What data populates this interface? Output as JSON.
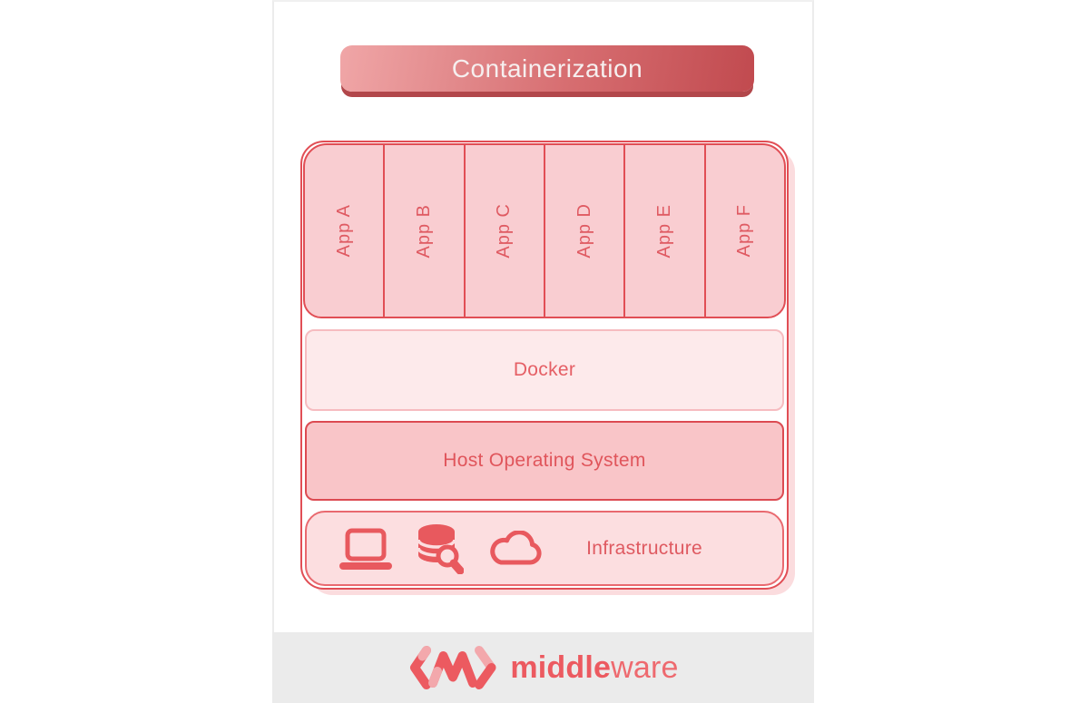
{
  "header": {
    "title": "Containerization"
  },
  "stack": {
    "apps": [
      {
        "label": "App A"
      },
      {
        "label": "App B"
      },
      {
        "label": "App C"
      },
      {
        "label": "App D"
      },
      {
        "label": "App E"
      },
      {
        "label": "App F"
      }
    ],
    "docker": {
      "label": "Docker"
    },
    "host_os": {
      "label": "Host Operating System"
    },
    "infrastructure": {
      "label": "Infrastructure",
      "icons": [
        "laptop-icon",
        "database-search-icon",
        "cloud-icon"
      ]
    }
  },
  "footer": {
    "logo": "middleware-logo",
    "brand_bold": "middle",
    "brand_light": "ware"
  },
  "colors": {
    "accent_red": "#e14e55",
    "icon_red": "#e8595e",
    "badge_gradient_start": "#f0a6a7",
    "badge_gradient_end": "#c14a4f",
    "badge_shadow": "#b2474b",
    "apps_fill": "#f9cdd1",
    "docker_fill": "#fdeaeb",
    "host_fill": "#f9c5c8",
    "infra_fill": "#fcdee0",
    "stack_shadow": "#fbdcde",
    "footer_bg": "#ebebeb",
    "brand_red": "#ec5a60"
  }
}
